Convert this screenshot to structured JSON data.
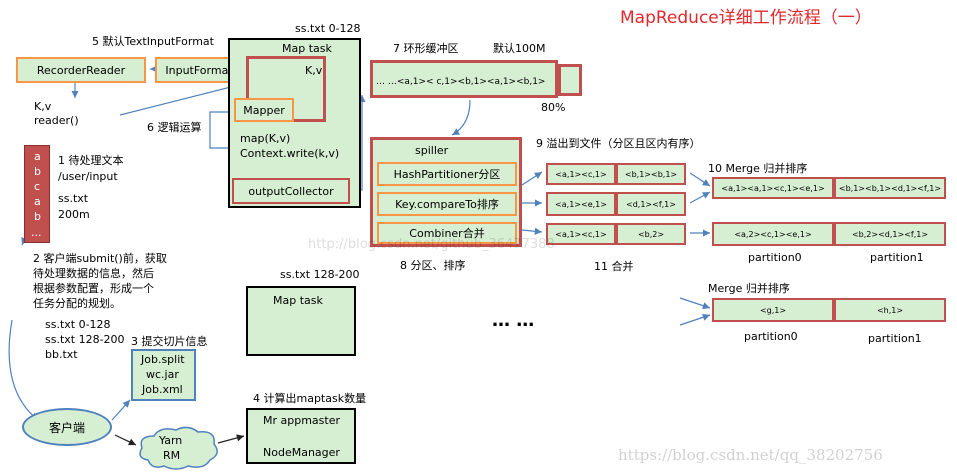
{
  "title": "MapReduce详细工作流程（一）",
  "top_label": "ss.txt 0-128",
  "default_format": "5 默认TextInputFormat",
  "recorder_reader": "RecorderReader",
  "input_format": "InputFormat",
  "map_task": "Map task",
  "kv_inner": "K,v",
  "kv_outer": "K,v",
  "reader": "reader()",
  "mapper": "Mapper",
  "logic": "6 逻辑运算",
  "map_code1": "map(K,v)",
  "map_code2": "Context.write(k,v)",
  "output_collector": "outputCollector",
  "text_chars": [
    "a",
    "b",
    "c",
    "a",
    "b",
    "..."
  ],
  "step1": [
    "1 待处理文本",
    "/user/input",
    "ss.txt",
    "200m"
  ],
  "step2": [
    "2 客户端submit()前，获取",
    "待处理数据的信息，然后",
    "根据参数配置，形成一个",
    "任务分配的规划。"
  ],
  "splits": [
    "ss.txt  0-128",
    "ss.txt  128-200",
    "bb.txt"
  ],
  "step3": "3 提交切片信息",
  "job_files": [
    "Job.split",
    "wc.jar",
    "Job.xml"
  ],
  "client": "客户端",
  "yarn": [
    "Yarn",
    "RM"
  ],
  "step4": "4 计算出maptask数量",
  "mr_appmaster": "Mr appmaster",
  "node_manager": "NodeManager",
  "second_label": "ss.txt 128-200",
  "map_task2": "Map task",
  "ring_title": "7 环形缓冲区",
  "ring_default": "默认100M",
  "ring_content": "… …<a,1>< c,1><b,1><a,1><b,1>",
  "ring_percent": "80%",
  "spiller": "spiller",
  "hash_partitioner": "HashPartitioner分区",
  "key_compare": "Key.compareTo排序",
  "combiner": "Combiner合并",
  "step8": "8 分区、排序",
  "step9": "9 溢出到文件（分区且区内有序）",
  "spill_rows": [
    [
      "<a,1><c,1>",
      "<b,1><b,1>"
    ],
    [
      "<a,1><e,1>",
      "<d,1><f,1>"
    ],
    [
      "<a,1><c,1>",
      "<b,2>"
    ]
  ],
  "step11": "11 合并",
  "step10": "10 Merge 归并排序",
  "merge_row1": [
    "<a,1><a,1><c,1><e,1>",
    "<b,1><b,1><d,1><f,1>"
  ],
  "merge_row2": [
    "<a,2><c,1><e,1>",
    "<b,2><d,1><f,1>"
  ],
  "partition0": "partition0",
  "partition1": "partition1",
  "dots": "…  …",
  "merge2_label": "Merge 归并排序",
  "merge2_row": [
    "<g,1>",
    "<h,1>"
  ],
  "partition0b": "partition0",
  "partition1b": "partition1",
  "watermark_mid": "http://blog.csdn.net/github_36477388",
  "watermark_br": "https://blog.csdn.net/qq_38202756",
  "colors": {
    "green": "#d6eed2",
    "red": "#c0504d",
    "orange": "#f79646",
    "blue": "#4f81bd",
    "title": "#e0282c"
  }
}
